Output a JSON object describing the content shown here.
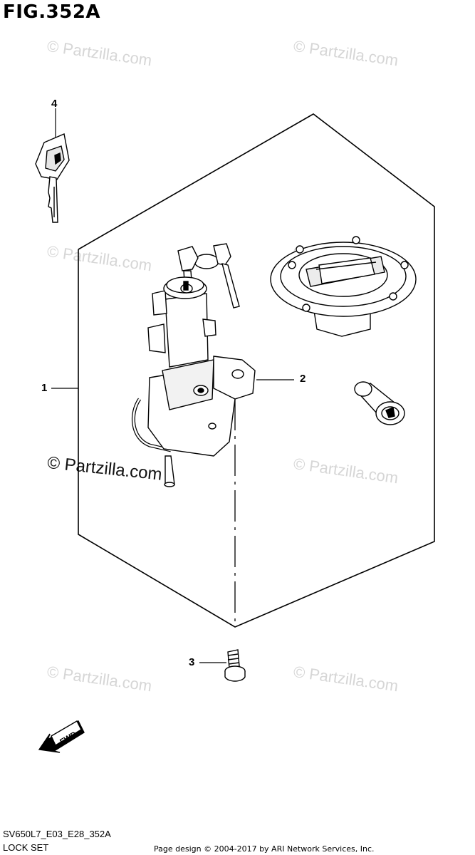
{
  "figure": {
    "title": "FIG.352A"
  },
  "callouts": {
    "p1": "1",
    "p2": "2",
    "p3": "3",
    "p4": "4"
  },
  "watermark": {
    "text": "© Partzilla.com",
    "dark_text_symbol": "©",
    "dark_text": "Partzilla.com"
  },
  "fwd_label": "FWD",
  "footer": {
    "code": "SV650L7_E03_E28_352A",
    "name": "LOCK SET",
    "page_design": "Page design © 2004-2017 by ARI Network Services, Inc."
  }
}
